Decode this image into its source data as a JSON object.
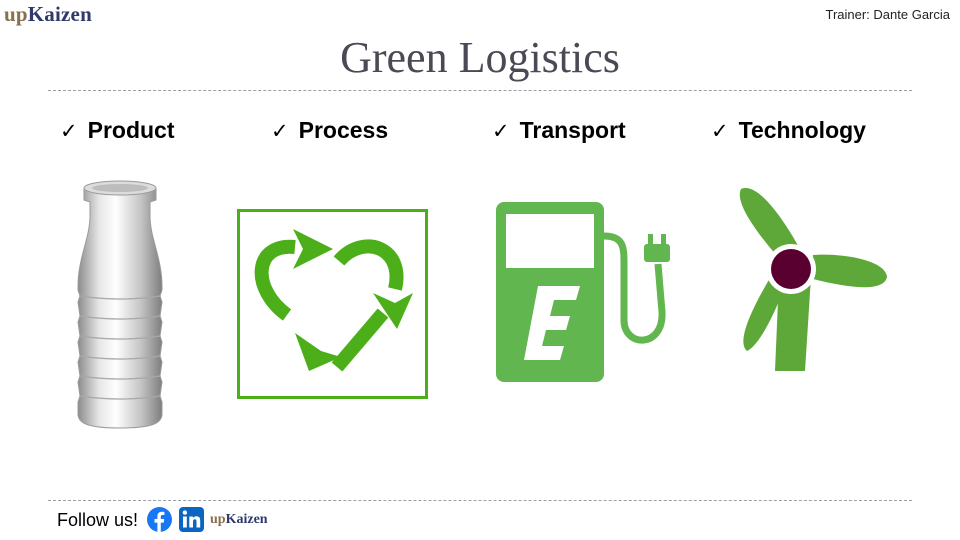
{
  "brand": {
    "prefix": "up",
    "name": "Kaizen"
  },
  "trainer": "Trainer:  Dante Garcia",
  "title": "Green Logistics",
  "items": [
    {
      "check": "✓",
      "label": "Product",
      "icon": "bottle-icon"
    },
    {
      "check": "✓",
      "label": "Process",
      "icon": "recycle-heart-icon"
    },
    {
      "check": "✓",
      "label": "Transport",
      "icon": "ev-charger-icon"
    },
    {
      "check": "✓",
      "label": "Technology",
      "icon": "wind-turbine-icon"
    }
  ],
  "footer": {
    "follow": "Follow us!",
    "social": [
      "facebook-icon",
      "linkedin-icon"
    ],
    "brand_prefix": "up",
    "brand_name": "Kaizen"
  },
  "colors": {
    "green": "#4caf1a",
    "ev_green": "#62b64f",
    "turbine_green": "#5ea83a",
    "turbine_hub": "#5a0030",
    "title": "#4a4a56",
    "facebook": "#1877f2",
    "linkedin": "#0a66c2"
  }
}
